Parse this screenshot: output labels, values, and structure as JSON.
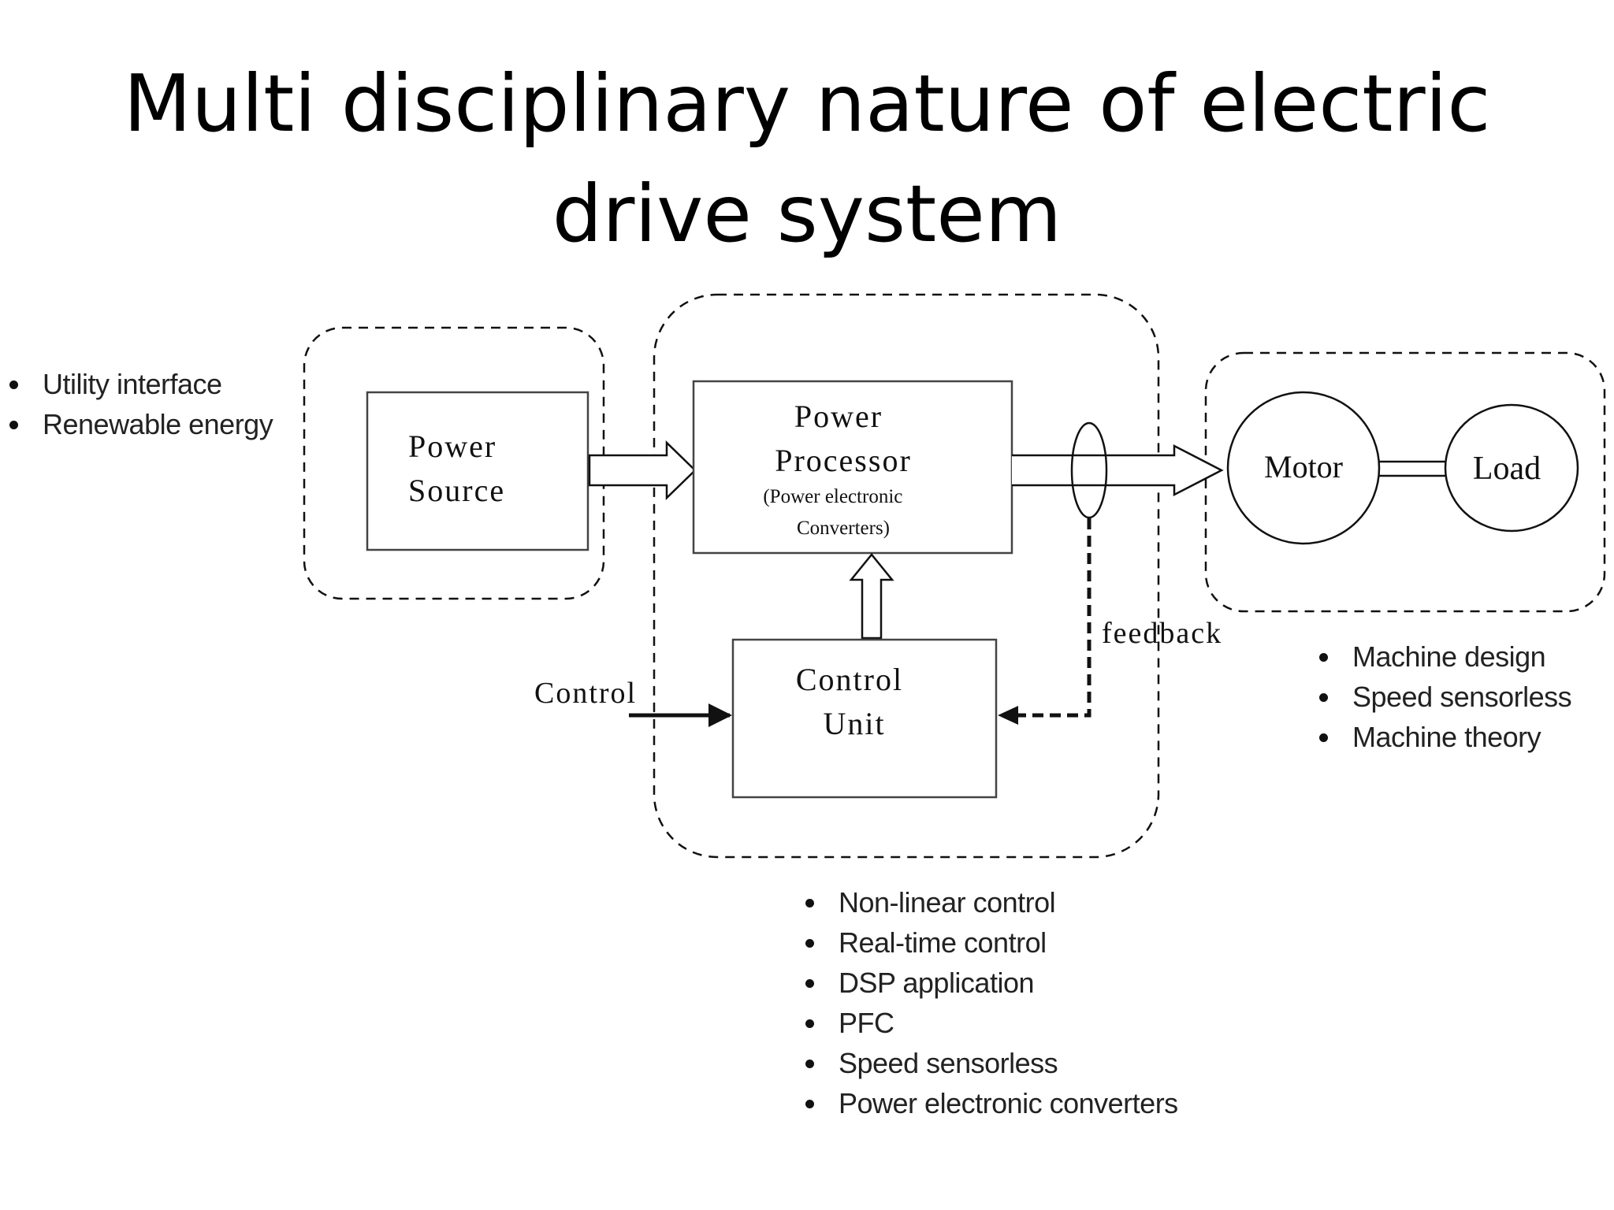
{
  "slide": {
    "title_line1": "Multi disciplinary nature of electric",
    "title_line2": "drive system"
  },
  "diagram": {
    "blocks": {
      "power_source": [
        "Power",
        "Source"
      ],
      "power_processor": [
        "Power",
        "Processor"
      ],
      "power_processor_sub": [
        "(Power electronic",
        "Converters)"
      ],
      "control_unit": [
        "Control",
        "Unit"
      ],
      "motor": "Motor",
      "load": "Load"
    },
    "labels": {
      "control_input": "Control",
      "feedback": "feedback"
    }
  },
  "lists": {
    "source_topics": [
      "Utility interface",
      "Renewable energy"
    ],
    "machine_topics": [
      "Machine design",
      "Speed sensorless",
      "Machine theory"
    ],
    "converter_topics": [
      "Non-linear control",
      "Real-time control",
      "DSP application",
      "PFC",
      "Speed sensorless",
      "Power electronic converters"
    ]
  },
  "colors": {
    "line": "#111111",
    "text": "#000000"
  }
}
